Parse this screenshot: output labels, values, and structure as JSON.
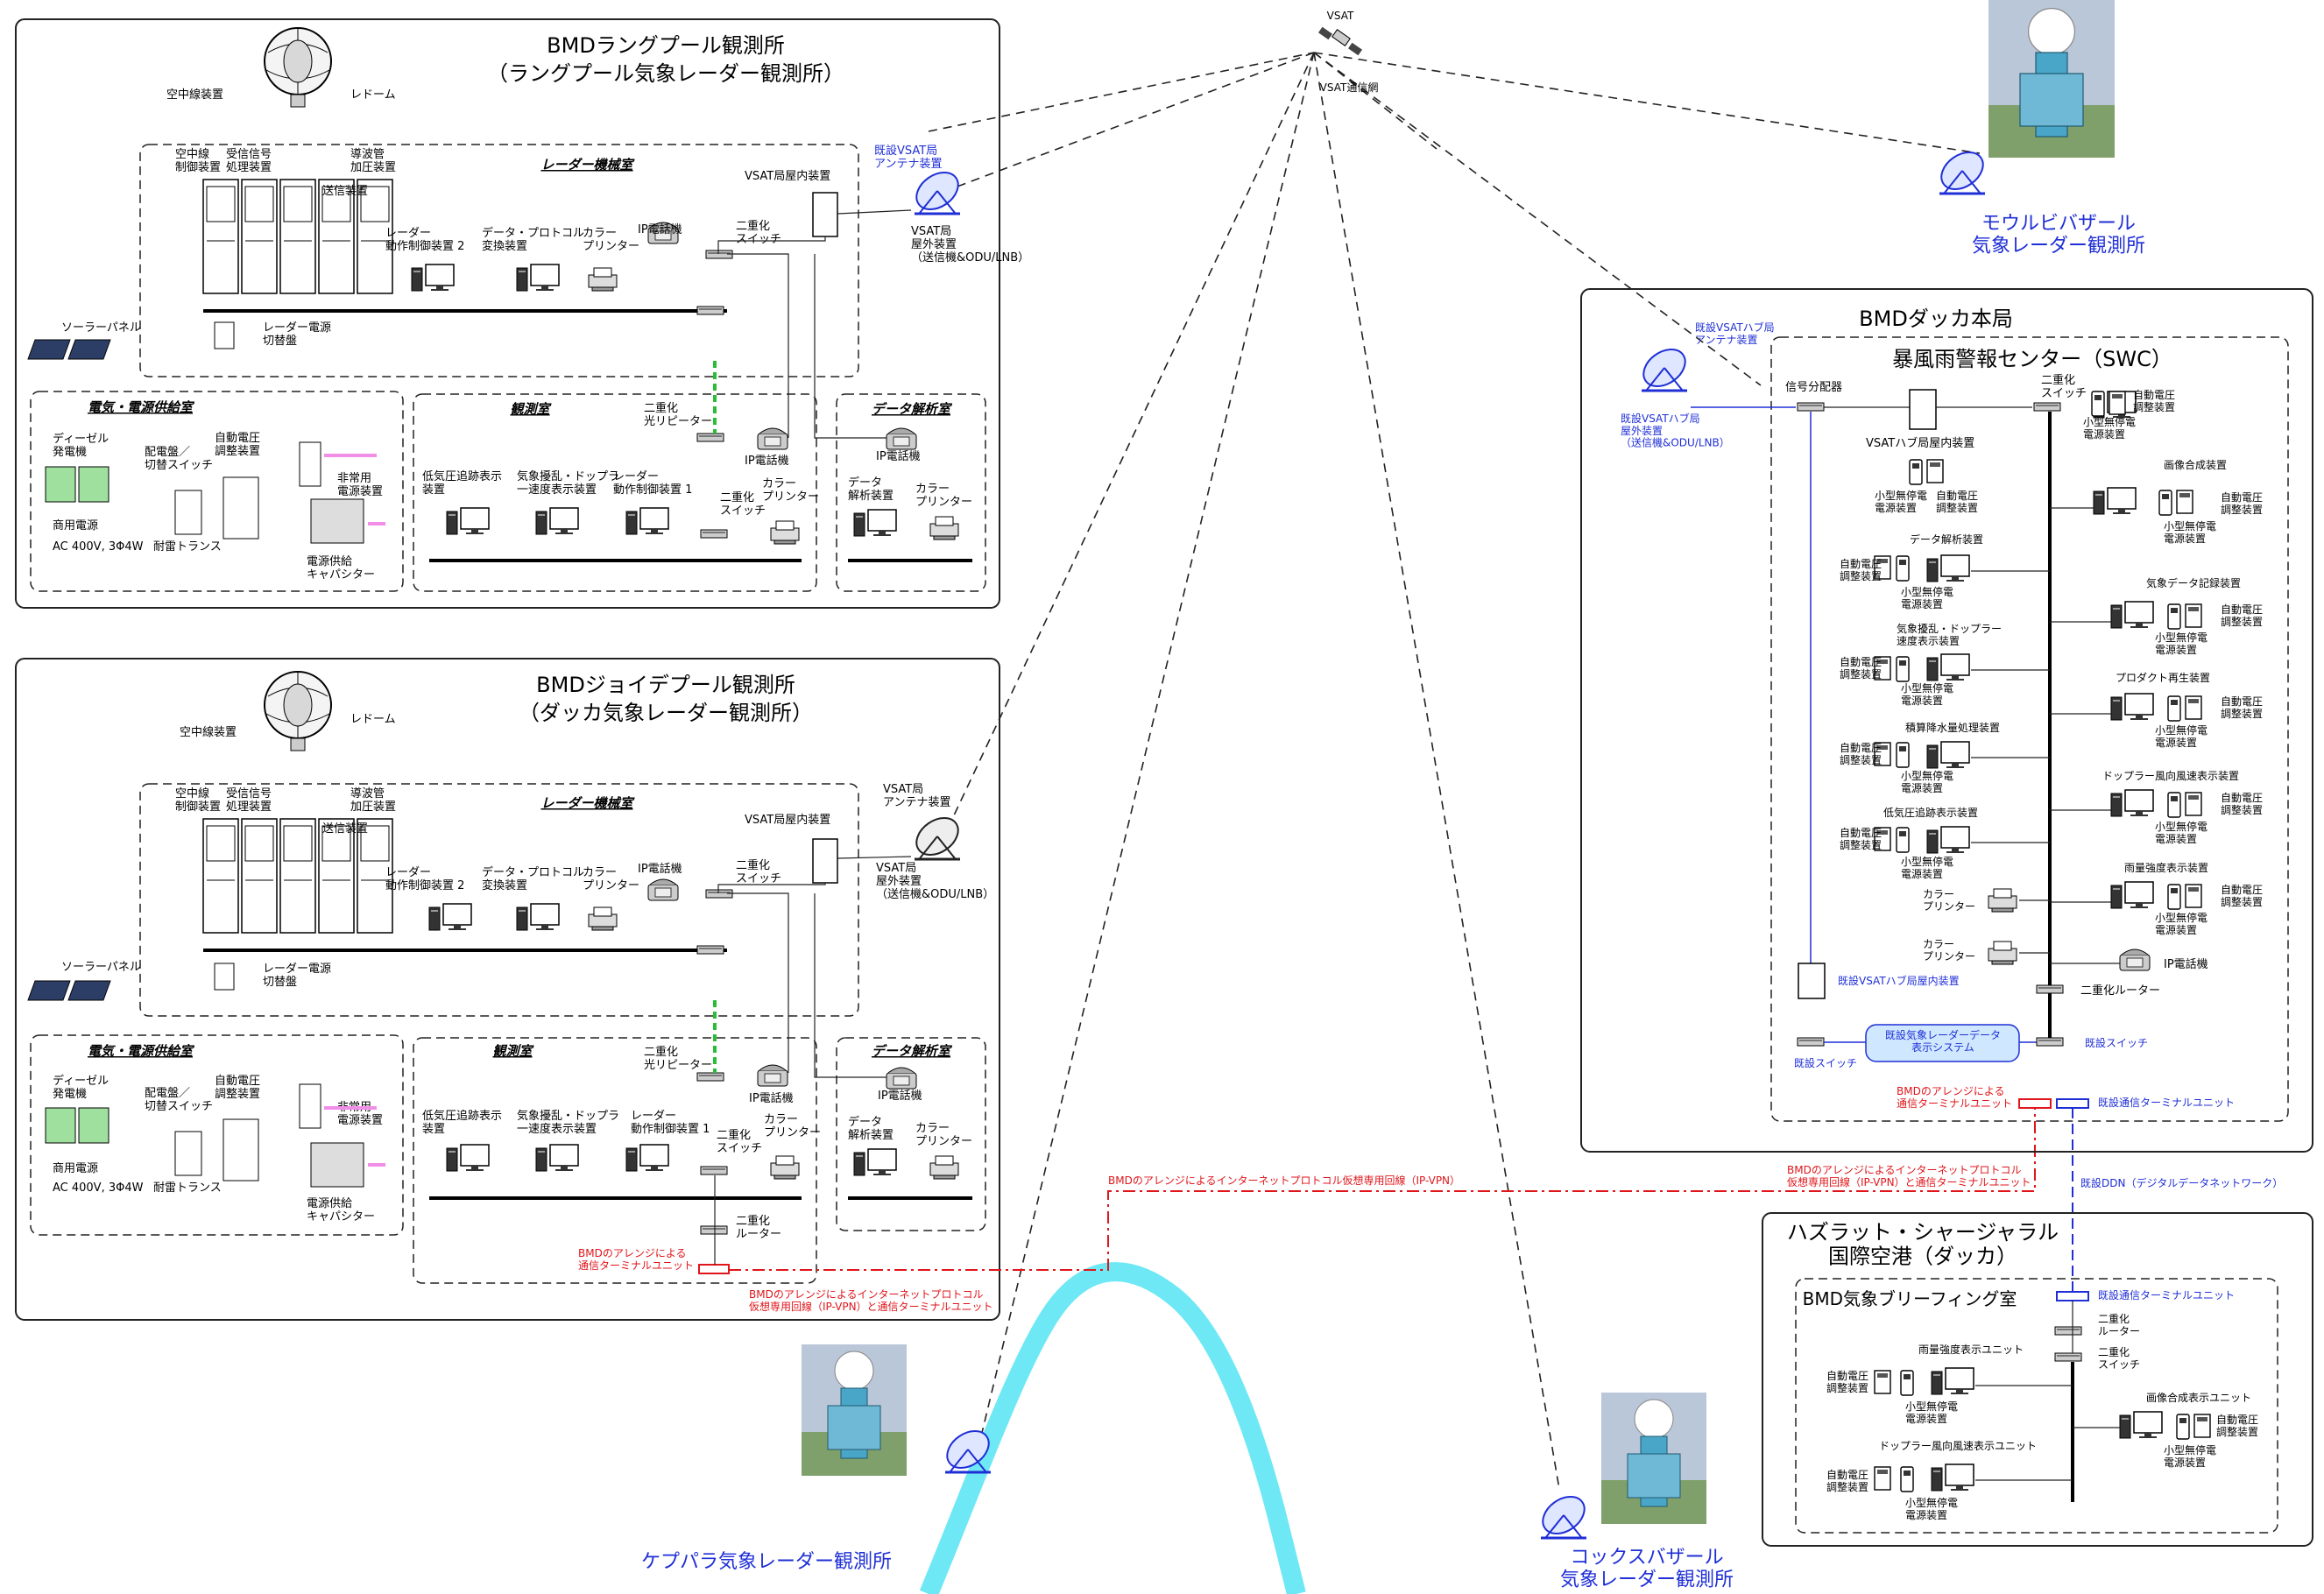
{
  "satellite": {
    "label": "VSAT",
    "network_label": "VSAT通信網"
  },
  "rangpur": {
    "title1": "BMDラングプール観測所",
    "title2": "（ラングプール気象レーダー観測所）",
    "radome": "レドーム",
    "antenna_unit": "空中線装置",
    "radar_room": "レーダー機械室",
    "antenna_ctrl": "空中線\n制御装置",
    "rx_proc": "受信信号\n処理装置",
    "waveguide": "導波管\n加圧装置",
    "tx": "送信装置",
    "radar_ctrl2": "レーダー\n動作制御装置 2",
    "data_protocol": "データ・プロトコル\n変換装置",
    "color_printer": "カラー\nプリンター",
    "ip_phone": "IP電話機",
    "dual_switch": "二重化\nスイッチ",
    "vsat_indoor": "VSAT局屋内装置",
    "vsat_antenna": "既設VSAT局\nアンテナ装置",
    "vsat_outdoor": "VSAT局\n屋外装置\n（送信機&ODU/LNB）",
    "solar": "ソーラーパネル",
    "radar_power_switch": "レーダー電源\n切替盤",
    "dual_repeater": "二重化\n光リピーター",
    "power_room": "電気・電源供給室",
    "diesel": "ディーゼル\n発電機",
    "dist_switch": "配電盤／\n切替スイッチ",
    "avr": "自動電圧\n調整装置",
    "emergency": "非常用\n電源装置",
    "commercial": "商用電源",
    "ac": "AC 400V, 3Φ4W",
    "lightning": "耐雷トランス",
    "capacitor": "電源供給\nキャパシター",
    "obs_room": "観測室",
    "lowp": "低気圧追跡表示\n装置",
    "disturb": "気象擾乱・ドップラ\n一速度表示装置",
    "radar_ctrl1": "レーダー\n動作制御装置 1",
    "ip_phone2": "IP電話機",
    "dual_switch2": "二重化\nスイッチ",
    "color_printer2": "カラー\nプリンター",
    "analysis_room": "データ解析室",
    "ip_phone3": "IP電話機",
    "data_analysis": "データ\n解析装置",
    "color_printer3": "カラー\nプリンター"
  },
  "joydebpur": {
    "title1": "BMDジョイデプール観測所",
    "title2": "（ダッカ気象レーダー観測所）",
    "vsat_antenna": "VSAT局\nアンテナ装置",
    "vsat_outdoor": "VSAT局\n屋外装置\n（送信機&ODU/LNB）",
    "dual_router": "二重化\nルーター",
    "term_unit": "BMDのアレンジによる\n通信ターミナルユニット",
    "ipvpn_left": "BMDのアレンジによるインターネットプロトコル\n仮想専用回線（IP-VPN）と通信ターミナルユニット"
  },
  "ipvpn_mid": "BMDのアレンジによるインターネットプロトコル仮想専用回線（IP-VPN）",
  "ipvpn_right": "BMDのアレンジによるインターネットプロトコル\n仮想専用回線（IP-VPN）と通信ターミナルユニット",
  "moulvibazar": "モウルビバザール\n気象レーダー観測所",
  "khepupara": "ケプパラ気象レーダー観測所",
  "coxsbazar": "コックスバザール\n気象レーダー観測所",
  "dhaka": {
    "title": "BMDダッカ本局",
    "swc": "暴風雨警報センター（SWC）",
    "hub_antenna": "既設VSATハブ局\nアンテナ装置",
    "hub_outdoor": "既設VSATハブ局\n屋外装置\n（送信機&ODU/LNB）",
    "splitter": "信号分配器",
    "hub_indoor": "VSATハブ局屋内装置",
    "dual_switch": "二重化\nスイッチ",
    "avr": "自動電圧\n調整装置",
    "ups": "小型無停電\n電源装置",
    "data_analysis": "データ解析装置",
    "disturb": "気象擾乱・ドップラー\n速度表示装置",
    "rain_proc": "積算降水量処理装置",
    "lowp": "低気圧追跡表示装置",
    "color_printer": "カラー\nプリンター",
    "image_comp": "画像合成装置",
    "met_record": "気象データ記録装置",
    "product": "プロダクト再生装置",
    "doppler_wind": "ドップラー風向風速表示装置",
    "rain_intensity": "雨量強度表示装置",
    "ip_phone": "IP電話機",
    "dual_router": "二重化ルーター",
    "existing_hub_indoor": "既設VSATハブ局屋内装置",
    "existing_switch": "既設スイッチ",
    "display_system": "既設気象レーダーデータ\n表示システム",
    "bmd_terminal": "BMDのアレンジによる\n通信ターミナルユニット",
    "existing_terminal": "既設通信ターミナルユニット",
    "ddn": "既設DDN（デジタルデータネットワーク）"
  },
  "airport": {
    "title": "ハズラット・シャージャラル\n国際空港（ダッカ）",
    "room": "BMD気象ブリーフィング室",
    "terminal": "既設通信ターミナルユニット",
    "dual_router": "二重化\nルーター",
    "dual_switch": "二重化\nスイッチ",
    "rain_unit": "雨量強度表示ユニット",
    "image_unit": "画像合成表示ユニット",
    "doppler_unit": "ドップラー風向風速表示ユニット",
    "avr": "自動電圧\n調整装置",
    "ups": "小型無停電\n電源装置"
  },
  "colors": {
    "blue": "#1f2fd6",
    "red": "#e0161b",
    "green": "#2bbd3a",
    "pink": "#f08ee8",
    "river": "#6fe8f5"
  }
}
